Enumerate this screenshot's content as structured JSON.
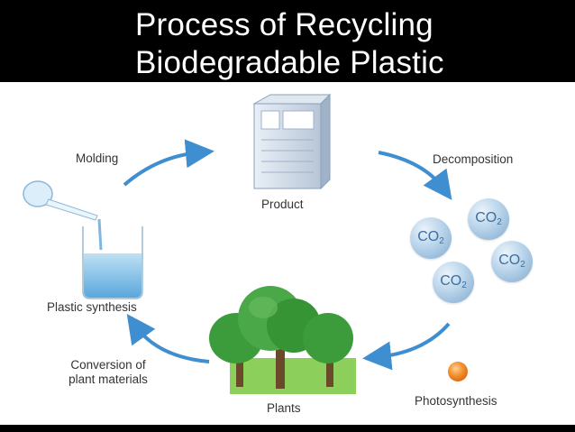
{
  "title": {
    "line1": "Process of Recycling",
    "line2": "Biodegradable Plastic"
  },
  "stages": {
    "product": "Product",
    "decomposition": "Decomposition",
    "photosynthesis": "Photosynthesis",
    "plants": "Plants",
    "conversion": "Conversion of plant materials",
    "plastic_synthesis": "Plastic synthesis",
    "molding": "Molding"
  },
  "co2_bubbles": [
    {
      "main": "CO",
      "sub": "2"
    },
    {
      "main": "CO",
      "sub": "2"
    },
    {
      "main": "CO",
      "sub": "2"
    },
    {
      "main": "CO",
      "sub": "2"
    }
  ],
  "colors": {
    "arrow": "#3f8fd0",
    "tree_green": "#3c9b3a",
    "sun": "#f07f1e",
    "co2_text": "#3d6f9e"
  }
}
